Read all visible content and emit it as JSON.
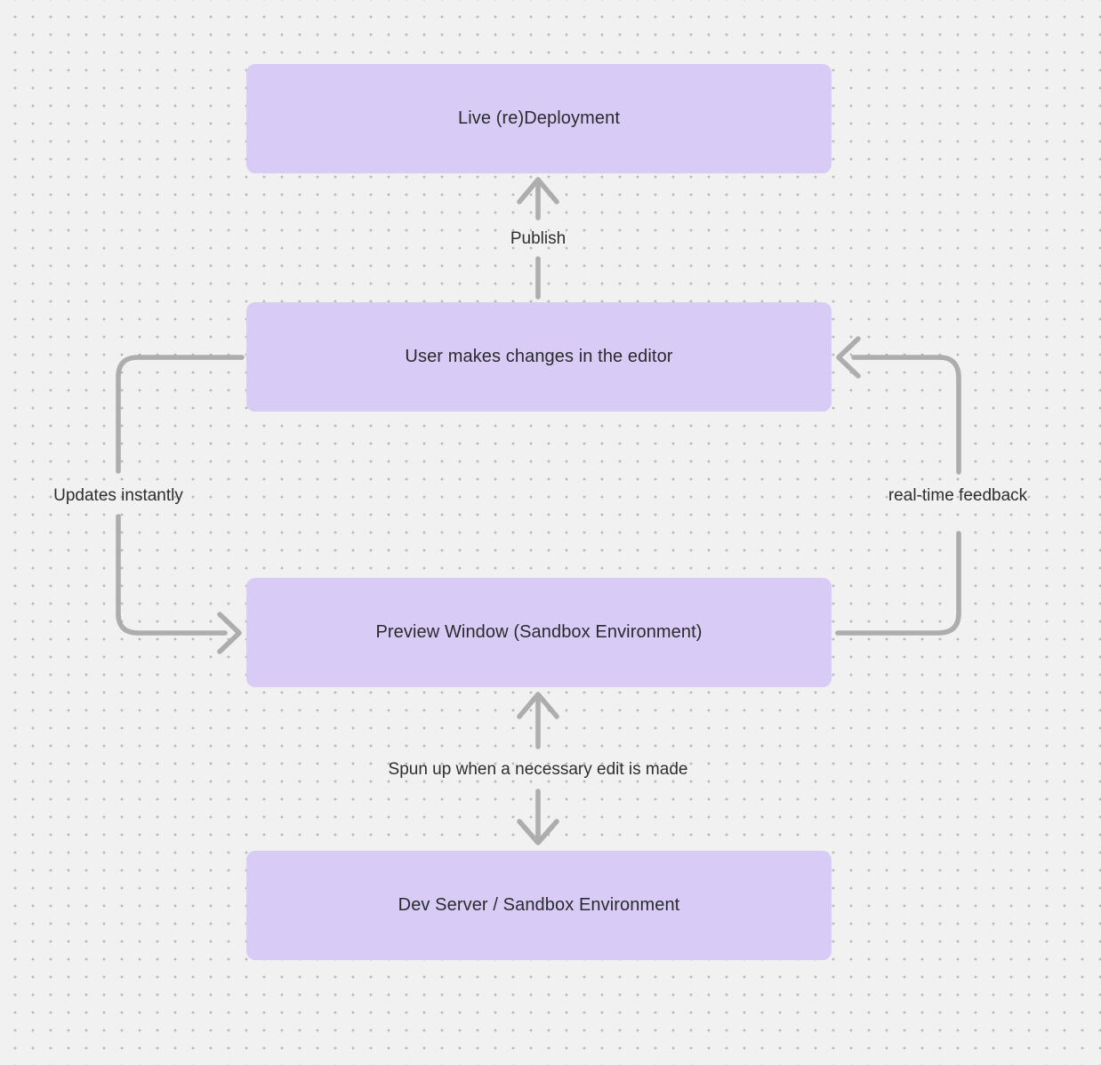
{
  "diagram": {
    "nodes": [
      {
        "id": "live-deployment",
        "label": "Live (re)Deployment"
      },
      {
        "id": "editor",
        "label": "User makes changes in the editor"
      },
      {
        "id": "preview",
        "label": "Preview Window (Sandbox Environment)"
      },
      {
        "id": "dev-server",
        "label": "Dev Server / Sandbox Environment"
      }
    ],
    "edges": [
      {
        "id": "publish",
        "from": "editor",
        "to": "live-deployment",
        "label": "Publish",
        "direction": "up"
      },
      {
        "id": "updates-instantly",
        "from": "editor",
        "to": "preview",
        "label": "Updates instantly",
        "direction": "left-loop-down"
      },
      {
        "id": "realtime-feedback",
        "from": "preview",
        "to": "editor",
        "label": "real-time feedback",
        "direction": "right-loop-up"
      },
      {
        "id": "spun-up",
        "from": "preview",
        "to": "dev-server",
        "label": "Spun up when a necessary edit is made",
        "direction": "bidirectional"
      }
    ],
    "colors": {
      "background": "#f2f1f1",
      "grid_dot": "#b9b6b6",
      "node_fill": "#d8ccf6",
      "node_text": "#2a2a2e",
      "arrow": "#aeacac",
      "edge_label_text": "#2e2e32"
    }
  }
}
